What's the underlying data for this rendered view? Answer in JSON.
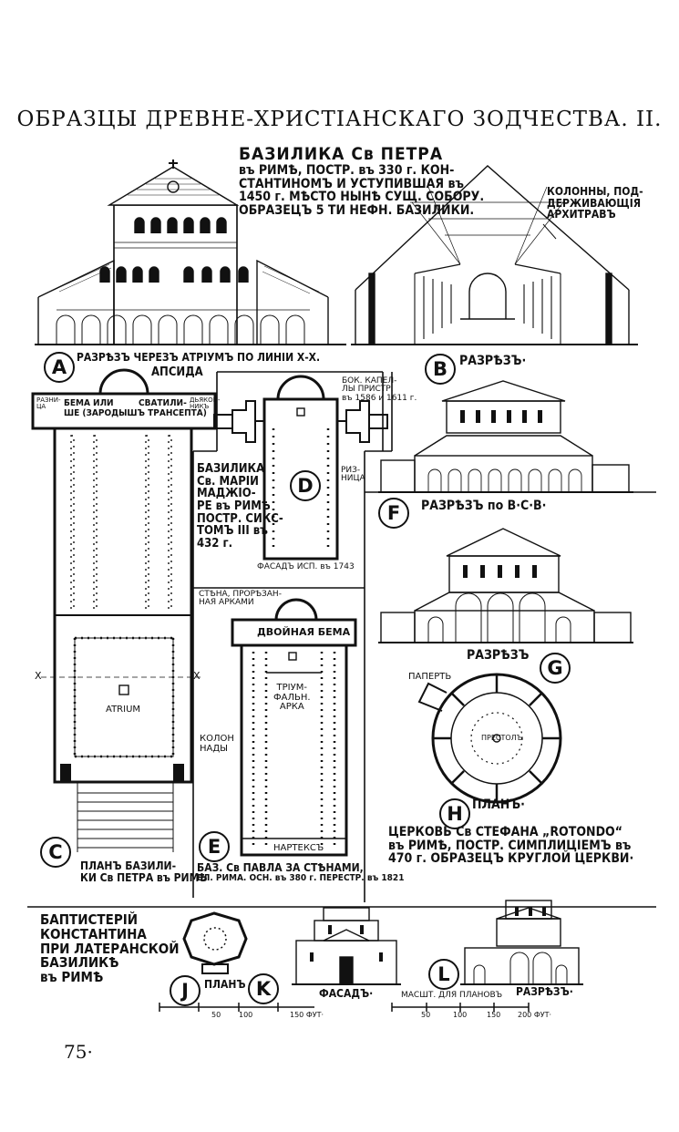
{
  "page_title": "ОБРАЗЦЫ ДРЕВНЕ-ХРИСТІАНСКАГО ЗОДЧЕСТВА. II.",
  "page_number": "75·",
  "top_caption": {
    "lines": [
      "БАЗИЛИКА Св ПЕТРА",
      "въ РИМѢ, ПОСТР. въ 330 г. КОН-",
      "СТАНТИНОМЪ И УСТУПИВШАЯ въ",
      "1450 г. МѢСТО НЫНѢ СУЩ. СОБОРУ.",
      "ОБРАЗЕЦЪ 5 ТИ НЕФН. БАЗИЛИКИ."
    ]
  },
  "colonnade_note": [
    "КОЛОННЫ, ПОД-",
    "ДЕРЖИВАЮЩІЯ",
    "АРХИТРАВЪ"
  ],
  "section_a_caption": "РАЗРѢЗЪ ЧЕРЕЗЪ АТРІУМЪ ПО ЛИНІИ Х-Х.",
  "section_b_caption": "РАЗРѢЗЪ·",
  "apse_label": "АПСИДА",
  "bema_label": [
    "БЕМА ИЛИ",
    "ШЕ (ЗАРОДЫШЪ ТРАНСЕПТА)"
  ],
  "sanctuary_label": "СВАТИЛИ-",
  "side_label_left": "РАЗНИ-ЦА",
  "side_label_right": "ДЬЯКОН-НИКЪ",
  "chapel_note": [
    "БОК. КАПЕЛ-",
    "ЛЫ ПРИСТР.",
    "въ 1586 и 1611 г."
  ],
  "maria_caption": [
    "БАЗИЛИКА",
    "Св. МАРІИ",
    "МАДЖІО-",
    "РЕ въ РИМѢ",
    "ПОСТР. СИКС-",
    "ТОМЪ III въ",
    "432 г."
  ],
  "sacristy_label": [
    "РИЗ-",
    "НИЦА"
  ],
  "facade_note": "ФАСАДЪ ИСП. въ 1743",
  "section_f_caption": "РАЗРѢЗЪ по В·С·В·",
  "section_g_caption": "РАЗРѢЗЪ",
  "wall_note": [
    "СТѢНА, ПРОРѢЗАН-",
    "НАЯ АРКАМИ"
  ],
  "double_bema": "ДВОЙНАЯ БЕМА",
  "triumph_arch": [
    "ТРІУМ-",
    "ФАЛЬН.",
    "АРКА"
  ],
  "colonnades_label": [
    "КОЛОН",
    "НАДЫ"
  ],
  "narthex_label": "НАРТЕКСЪ",
  "atrium_label": "ATRIUM",
  "x_marker": "X",
  "plan_c_caption": [
    "ПЛАНЪ БАЗИЛИ-",
    "КИ Св ПЕТРА въ РИМѢ"
  ],
  "plan_e_caption": [
    "БАЗ. Св ПАВЛА ЗА СТѢНАМИ,",
    "БЛ. РИМА. ОСН. въ 380 г. ПЕРЕСТР. въ 1821"
  ],
  "paperth_label": "ПАПЕРТЬ",
  "rotunda_label": "ПРЕСТОЛЪ",
  "plan_h_caption": "ПЛАНЪ·",
  "rotunda_caption": [
    "ЦЕРКОВЬ Св СТЕФАНА „ROTONDO“",
    "въ РИМѢ, ПОСТР. СИМПЛИЦІЕМЪ въ",
    "470 г. ОБРАЗЕЦЪ КРУГЛОЙ ЦЕРКВИ·"
  ],
  "baptistery_caption": [
    "БАПТИСТЕРІЙ",
    "КОНСТАНТИНА",
    "ПРИ ЛАТЕРАНСКОЙ",
    "БАЗИЛИКѢ",
    "въ РИМѢ"
  ],
  "plan_j_caption": "ПЛАНЪ",
  "facade_k_caption": "ФАСАДЪ·",
  "section_l_caption": "РАЗРѢЗЪ·",
  "scale_label": "МАСШТ. ДЛЯ ПЛАНОВЪ",
  "scale_left": {
    "ticks": [
      "50",
      "100",
      "150 ФУТ·"
    ]
  },
  "scale_right": {
    "ticks": [
      "50",
      "100",
      "150",
      "200 ФУТ·"
    ]
  },
  "figure_letters": {
    "A": "A",
    "B": "B",
    "C": "C",
    "D": "D",
    "E": "E",
    "F": "F",
    "G": "G",
    "H": "H",
    "J": "J",
    "K": "K",
    "L": "L"
  }
}
